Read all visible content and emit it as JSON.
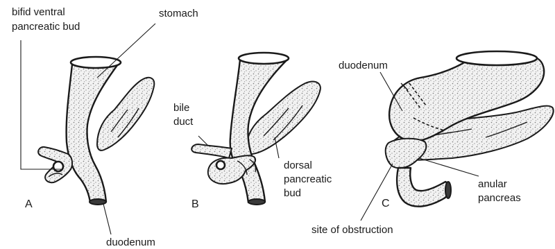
{
  "panels": [
    {
      "letter": "A",
      "labels": {
        "ventral_bud": [
          "bifid ventral",
          "pancreatic bud"
        ],
        "stomach": "stomach",
        "duodenum": "duodenum"
      }
    },
    {
      "letter": "B",
      "labels": {
        "bile_duct": [
          "bile",
          "duct"
        ],
        "dorsal_bud": [
          "dorsal",
          "pancreatic",
          "bud"
        ]
      }
    },
    {
      "letter": "C",
      "labels": {
        "duodenum": "duodenum",
        "anular_pancreas": [
          "anular",
          "pancreas"
        ],
        "site_of_obstruction": "site of obstruction"
      }
    }
  ],
  "colors": {
    "ink": "#1a1a1a",
    "paper": "#ffffff"
  }
}
